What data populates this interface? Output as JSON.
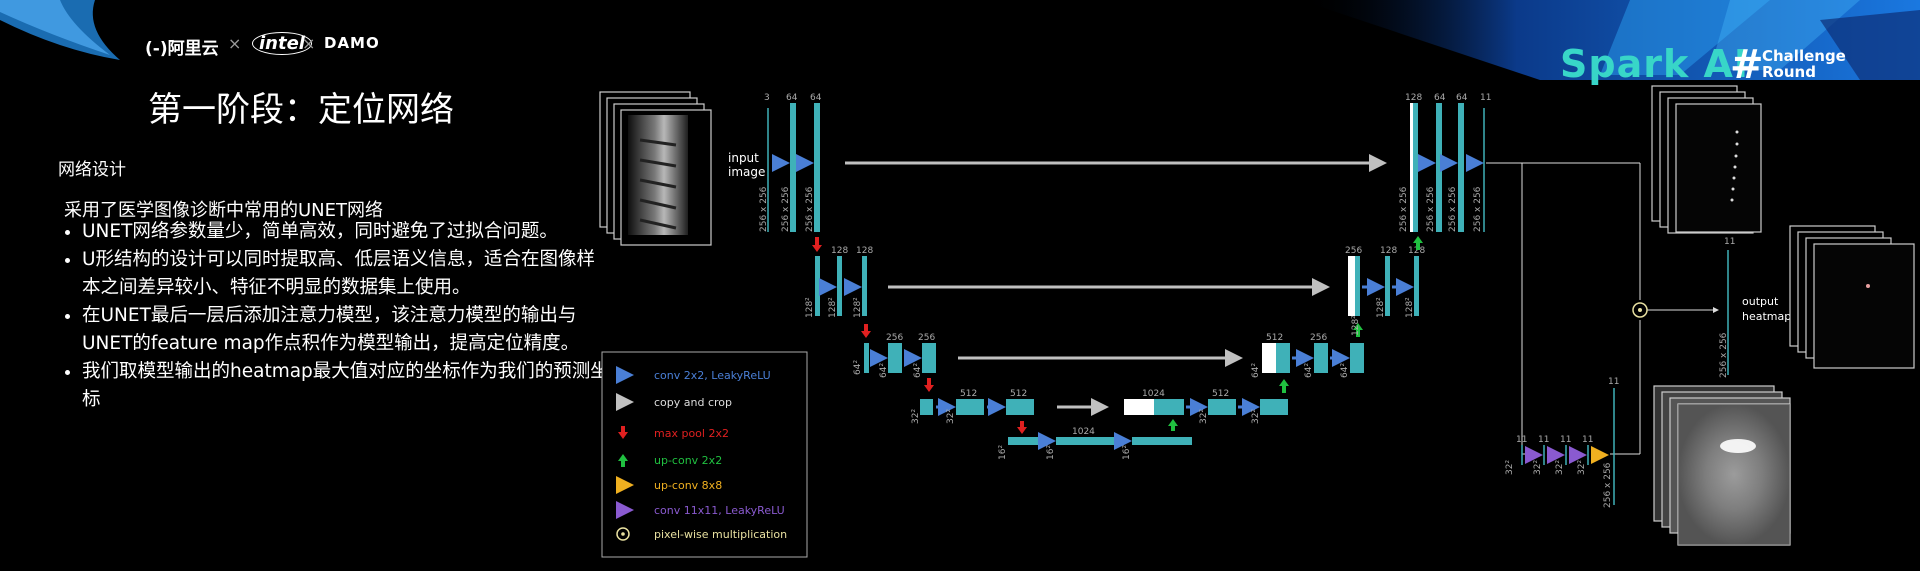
{
  "header": {
    "logo_aliyun": "阿里云",
    "logo_intel": "intel",
    "logo_damo": "DAMO",
    "separator": "×",
    "spark": "Spark AI",
    "hash": "#",
    "challenge_line1": "Challenge",
    "challenge_line2": "Round"
  },
  "slide": {
    "title": "第一阶段：定位网络",
    "section": "网络设计",
    "intro": "采用了医学图像诊断中常用的UNET网络",
    "bullets": [
      "UNET网络参数量少，简单高效，同时避免了过拟合问题。",
      "U形结构的设计可以同时提取高、低层语义信息，适合在图像样本之间差异较小、特征不明显的数据集上使用。",
      "在UNET最后一层后添加注意力模型，该注意力模型的输出与UNET的feature map作点积作为模型输出，提高定位精度。",
      "我们取模型输出的heatmap最大值对应的坐标作为我们的预测坐标"
    ]
  },
  "diagram": {
    "input_label_1": "input",
    "input_label_2": "image",
    "output_label_1": "output",
    "output_label_2": "heatmap",
    "channel_labels": {
      "enc1": [
        "3",
        "64",
        "64"
      ],
      "enc2": [
        "128",
        "128"
      ],
      "enc3": [
        "256",
        "256"
      ],
      "enc4": [
        "512",
        "512"
      ],
      "bottom": "1024",
      "mid": "1024",
      "dec4": "512",
      "dec3": [
        "512",
        "256"
      ],
      "dec2": [
        "256",
        "128",
        "128"
      ],
      "dec1": [
        "128",
        "64",
        "64",
        "11"
      ],
      "att": [
        "11",
        "11",
        "11",
        "11"
      ],
      "att_out": "11",
      "out": "11"
    },
    "size_labels": {
      "s256": "256 x 256",
      "s128": "128²",
      "s64": "64²",
      "s32": "32²",
      "s16": "16²"
    }
  },
  "legend": [
    {
      "label": "conv 2x2, LeakyReLU",
      "color": "#4a7fd6",
      "icon": "arrow-right-icon"
    },
    {
      "label": "copy and crop",
      "color": "#d0d0d0",
      "icon": "arrow-right-icon"
    },
    {
      "label": "max pool 2x2",
      "color": "#e02020",
      "icon": "arrow-down-icon"
    },
    {
      "label": "up-conv 2x2",
      "color": "#20c040",
      "icon": "arrow-up-icon"
    },
    {
      "label": "up-conv 8x8",
      "color": "#f0b020",
      "icon": "arrow-right-icon"
    },
    {
      "label": "conv 11x11, LeakyReLU",
      "color": "#8a5ad0",
      "icon": "arrow-right-icon"
    },
    {
      "label": "pixel-wise multiplication",
      "color": "#e8e0a0",
      "icon": "dot-circle-icon"
    }
  ],
  "colors": {
    "block": "#3fb1b8",
    "accent": "#38d6c8",
    "conv": "#4a7fd6",
    "copy": "#b8b8b8",
    "pool": "#e02020",
    "up": "#20c040",
    "up8": "#f0b020",
    "att": "#8a5ad0"
  }
}
